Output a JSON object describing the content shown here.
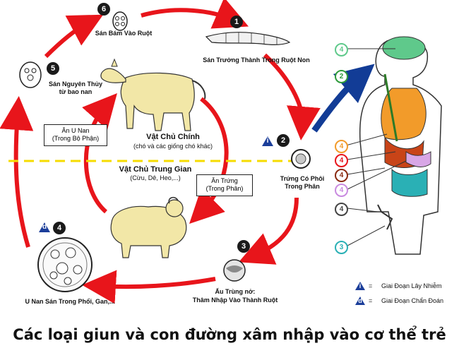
{
  "stages": {
    "s1": {
      "num": "1",
      "label": "Sán Trưởng Thành Trong Ruột Non"
    },
    "s2": {
      "num": "2",
      "label_line1": "Trứng Có Phôi",
      "label_line2": "Trong Phân"
    },
    "s3": {
      "num": "3",
      "label_line1": "Ấu Trùng nở:",
      "label_line2": "Thâm Nhập Vào Thành Ruột"
    },
    "s4": {
      "num": "4",
      "label": "U Nan Sán Trong Phổi, Gan,..."
    },
    "s5": {
      "num": "5",
      "label_line1": "Sán Nguyên Thủy",
      "label_line2": "từ bao nan"
    },
    "s6": {
      "num": "6",
      "label": "Sán Bám Vào Ruột"
    }
  },
  "hosts": {
    "definitive": {
      "title": "Vật Chủ Chính",
      "subtitle": "(chó và các giống chó khác)"
    },
    "intermediate": {
      "title": "Vật Chủ Trung Gian",
      "subtitle": "(Cừu, Dê, Heo,...)"
    }
  },
  "boxes": {
    "eat_cyst": {
      "line1": "Ăn U Nan",
      "line2": "(Trong Bộ Phận)"
    },
    "eat_egg": {
      "line1": "Ăn Trứng",
      "line2": "(Trong Phân)"
    }
  },
  "markers": {
    "i": "i",
    "d": "d"
  },
  "legend": {
    "infective": "Giai Đoạn Lây Nhiễm",
    "diagnostic": "Giai Đoạn Chẩn Đoán",
    "eq": "="
  },
  "body_marks": [
    "4",
    "2",
    "4",
    "4",
    "4",
    "4",
    "4",
    "3"
  ],
  "caption": "Các loại giun và con đường xâm nhập vào cơ thể trẻ",
  "colors": {
    "cycle_red": "#e8151b",
    "arrow_blue": "#123c96",
    "marker_blue": "#1b3e9a",
    "organ_orange": "#f29b2a",
    "brain_green": "#5fc98b"
  }
}
